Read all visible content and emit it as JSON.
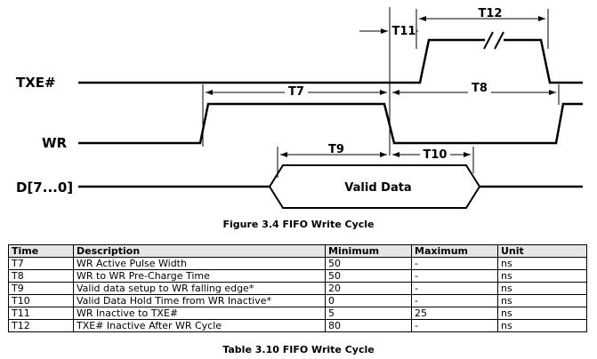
{
  "diagram": {
    "signals": [
      "TXE#",
      "WR",
      "D[7...0]"
    ],
    "timing_labels": {
      "t7": "T7",
      "t8": "T8",
      "t9": "T9",
      "t10": "T10",
      "t11": "T11",
      "t12": "T12"
    },
    "data_label": "Valid Data"
  },
  "figure_caption": "Figure 3.4 FIFO Write Cycle",
  "table": {
    "headers": [
      "Time",
      "Description",
      "Minimum",
      "Maximum",
      "Unit"
    ],
    "rows": [
      [
        "T7",
        "WR Active Pulse Width",
        "50",
        "-",
        "ns"
      ],
      [
        "T8",
        "WR to WR Pre-Charge Time",
        "50",
        "-",
        "ns"
      ],
      [
        "T9",
        "Valid data setup to WR  falling  edge*",
        "20",
        "-",
        "ns"
      ],
      [
        "T10",
        "Valid Data Hold Time from WR Inactive*",
        "0",
        "-",
        "ns"
      ],
      [
        "T11",
        "WR Inactive to TXE#",
        "5",
        "25",
        "ns"
      ],
      [
        "T12",
        "TXE#  Inactive After WR Cycle",
        "80",
        "-",
        "ns"
      ]
    ]
  },
  "table_caption": "Table 3.10 FIFO Write Cycle"
}
